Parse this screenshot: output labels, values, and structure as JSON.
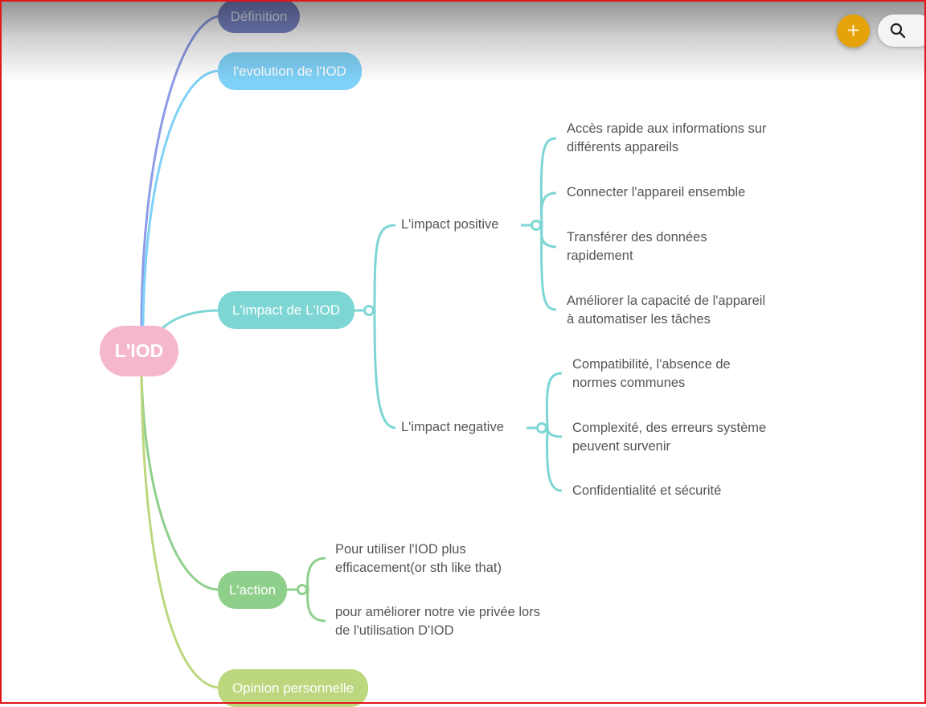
{
  "toolbar": {
    "add_icon": "plus-icon",
    "add_symbol": "+",
    "search_icon": "search-icon",
    "accent_color": "#e5a20a"
  },
  "mindmap": {
    "root": {
      "label": "L'IOD",
      "color": "#f4b7cd"
    },
    "branches": [
      {
        "label": "Définition",
        "color": "#7b86c9"
      },
      {
        "label": "l'evolution de l'IOD",
        "color": "#7fd1f7"
      },
      {
        "label": "L'impact de L'IOD",
        "color": "#7dd6d4",
        "children": [
          {
            "label": "L'impact positive",
            "children": [
              [
                "Accès rapide aux informations sur",
                "différents appareils"
              ],
              [
                "Connecter l'appareil ensemble"
              ],
              [
                "Transférer des données",
                "rapidement"
              ],
              [
                "Améliorer la capacité de l'appareil",
                "à automatiser les tâches"
              ]
            ]
          },
          {
            "label": "L'impact negative",
            "children": [
              [
                "Compatibilité, l'absence de",
                "normes communes"
              ],
              [
                "Complexité, des erreurs système",
                "peuvent survenir"
              ],
              [
                "Confidentialité et sécurité"
              ]
            ]
          }
        ]
      },
      {
        "label": "L'action",
        "color": "#8fcf8c",
        "children": [
          [
            "Pour utiliser l'IOD plus",
            "efficacement(or sth like that)"
          ],
          [
            "pour améliorer notre vie privée lors",
            "de l'utilisation D'IOD"
          ]
        ]
      },
      {
        "label": "Opinion personnelle",
        "color": "#bcd77e"
      }
    ]
  }
}
